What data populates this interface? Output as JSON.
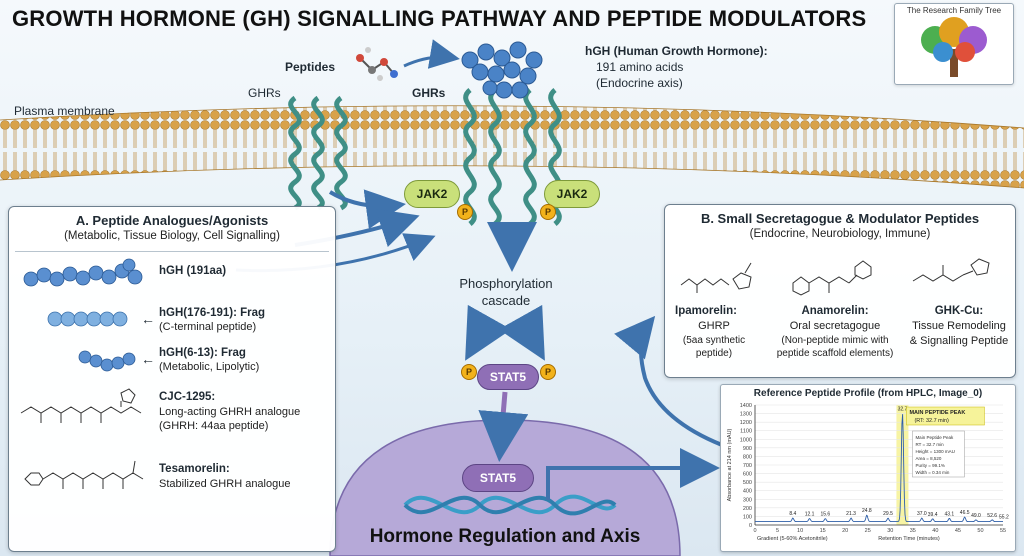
{
  "title": "GROWTH HORMONE (GH) SIGNALLING PATHWAY AND PEPTIDE MODULATORS",
  "logo": {
    "text": "The Research Family Tree"
  },
  "membrane": {
    "label": "Plasma membrane",
    "ghrs_left": "GHRs",
    "ghrs_center": "GHRs",
    "peptides": "Peptides",
    "hgh_title": "hGH (Human Growth Hormone):",
    "hgh_line1": "191 amino acids",
    "hgh_line2": "(Endocrine axis)",
    "jak2_left": "JAK2",
    "jak2_right": "JAK2",
    "p": "P"
  },
  "cascade": {
    "line1": "Phosphorylation",
    "line2": "cascade",
    "stat5_top": "STAT5",
    "stat5_nucleus": "STAT5",
    "nucleus_label": "Hormone Regulation and Axis"
  },
  "panel_a": {
    "title": "A. Peptide Analogues/Agonists",
    "subtitle": "(Metabolic, Tissue Biology, Cell Signalling)",
    "items": [
      {
        "name": "hGH (191aa)",
        "desc": ""
      },
      {
        "name": "hGH(176-191): Frag",
        "desc": "(C-terminal peptide)"
      },
      {
        "name": "hGH(6-13): Frag",
        "desc": "(Metabolic, Lipolytic)"
      },
      {
        "name": "CJC-1295:",
        "desc": "Long-acting GHRH analogue",
        "desc2": "(GHRH: 44aa peptide)"
      },
      {
        "name": "Tesamorelin:",
        "desc": "Stabilized GHRH analogue"
      }
    ]
  },
  "panel_b": {
    "title": "B. Small Secretagogue & Modulator Peptides",
    "subtitle": "(Endocrine, Neurobiology, Immune)",
    "items": [
      {
        "name": "Ipamorelin:",
        "line1": "GHRP",
        "line2": "(5aa synthetic",
        "line3": "peptide)"
      },
      {
        "name": "Anamorelin:",
        "line1": "Oral secretagogue",
        "line2": "(Non-peptide mimic with",
        "line3": "peptide scaffold elements)"
      },
      {
        "name": "GHK-Cu:",
        "line1": "Tissue Remodeling",
        "line2": "& Signalling Peptide",
        "line3": ""
      }
    ]
  },
  "chart_data": {
    "type": "line",
    "title": "Reference Peptide Profile (from HPLC, Image_0)",
    "ylabel": "Absorbance at 214 nm (mAU)",
    "xlabel": "Retention Time (minutes)",
    "xlabel_left": "Gradient (5-60% Acetonitrile)",
    "ylim": [
      0,
      1400
    ],
    "xlim": [
      0,
      55
    ],
    "yticks": [
      "0",
      "100",
      "200",
      "300",
      "400",
      "500",
      "600",
      "700",
      "800",
      "900",
      "1000",
      "1100",
      "1200",
      "1300",
      "1400"
    ],
    "xticks": [
      "0",
      "5",
      "10",
      "15",
      "20",
      "25",
      "30",
      "35",
      "40",
      "45",
      "50",
      "55"
    ],
    "peaks": [
      {
        "x": 8.4,
        "y": 80,
        "label": "8.4"
      },
      {
        "x": 12.1,
        "y": 75,
        "label": "12.1"
      },
      {
        "x": 15.6,
        "y": 75,
        "label": "15.6"
      },
      {
        "x": 21.3,
        "y": 80,
        "label": "21.3"
      },
      {
        "x": 24.8,
        "y": 115,
        "label": "24.8"
      },
      {
        "x": 29.5,
        "y": 80,
        "label": "29.5"
      },
      {
        "x": 32.7,
        "y": 1300,
        "label": "32.7"
      },
      {
        "x": 37.0,
        "y": 80,
        "label": "37.0"
      },
      {
        "x": 39.4,
        "y": 72,
        "label": "39.4"
      },
      {
        "x": 43.1,
        "y": 78,
        "label": "43.1"
      },
      {
        "x": 46.5,
        "y": 92,
        "label": "46.5"
      },
      {
        "x": 49.0,
        "y": 60,
        "label": "49.0"
      },
      {
        "x": 52.6,
        "y": 60,
        "label": "52.6"
      },
      {
        "x": 55.2,
        "y": 40,
        "label": "55.2"
      }
    ],
    "main_peak_label": "MAIN PEPTIDE PEAK",
    "main_peak_rt": "(RT: 32.7 min)",
    "legend_lines": [
      "Main Peptide Peak",
      "RT = 32.7 min",
      "Height = 1300 mAU",
      "Area = 8,520",
      "Purity = 99.1%",
      "Width = 0.34 min"
    ]
  },
  "colors": {
    "membrane_head": "#d8a24a",
    "receptor": "#3f8f86",
    "jak2": "#c9e07a",
    "stat5": "#8f6fb6",
    "nucleus": "#b6a9d8",
    "arrow": "#3f73ad",
    "orange_arrow": "#e58d2a"
  }
}
